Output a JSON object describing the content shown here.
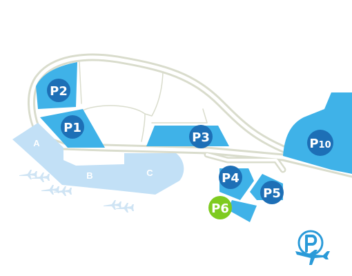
{
  "colors": {
    "road_outline": "#d9dccc",
    "road_fill": "#ffffff",
    "parking_area": "#3fb2e8",
    "terminal_area": "#c2e0f6",
    "badge_blue": "#1d6fb6",
    "badge_green": "#7ecb20",
    "plane": "#cfe4f4",
    "logo": "#2a9ad8"
  },
  "terminals": [
    {
      "id": "A",
      "label": "A"
    },
    {
      "id": "B",
      "label": "B"
    },
    {
      "id": "C",
      "label": "C"
    }
  ],
  "parkings": [
    {
      "id": "P1",
      "prefix": "P",
      "num": "1",
      "color": "blue"
    },
    {
      "id": "P2",
      "prefix": "P",
      "num": "2",
      "color": "blue"
    },
    {
      "id": "P3",
      "prefix": "P",
      "num": "3",
      "color": "blue"
    },
    {
      "id": "P4",
      "prefix": "P",
      "num": "4",
      "color": "blue"
    },
    {
      "id": "P5",
      "prefix": "P",
      "num": "5",
      "color": "blue"
    },
    {
      "id": "P6",
      "prefix": "P",
      "num": "6",
      "color": "green"
    },
    {
      "id": "P10",
      "prefix": "P",
      "num": "10",
      "color": "blue"
    }
  ],
  "icons": {
    "parking_logo": "parking-plane-logo-icon",
    "plane": "airplane-icon"
  }
}
